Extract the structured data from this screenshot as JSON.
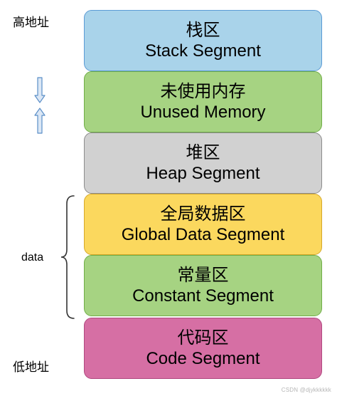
{
  "labels": {
    "high_address": "高地址",
    "low_address": "低地址",
    "data_group": "data"
  },
  "segments": [
    {
      "zh": "栈区",
      "en": "Stack Segment",
      "fill": "#a9d3ea",
      "border": "#5b9bd5"
    },
    {
      "zh": "未使用内存",
      "en": "Unused Memory",
      "fill": "#a6d382",
      "border": "#70ad47"
    },
    {
      "zh": "堆区",
      "en": "Heap Segment",
      "fill": "#d1d1d1",
      "border": "#8c8c8c"
    },
    {
      "zh": "全局数据区",
      "en": "Global Data Segment",
      "fill": "#fbd85e",
      "border": "#d6a82a"
    },
    {
      "zh": "常量区",
      "en": "Constant Segment",
      "fill": "#a6d382",
      "border": "#70ad47"
    },
    {
      "zh": "代码区",
      "en": "Code Segment",
      "fill": "#d66fa4",
      "border": "#b0487f"
    }
  ],
  "icons": {
    "down": "arrow-down-icon",
    "up": "arrow-up-icon",
    "brace": "left-brace-icon"
  },
  "colors": {
    "arrow_fill": "#dbe7f5",
    "arrow_stroke": "#5b8fc8",
    "brace_stroke": "#333333"
  },
  "watermark": "CSDN @djykkkkkk"
}
